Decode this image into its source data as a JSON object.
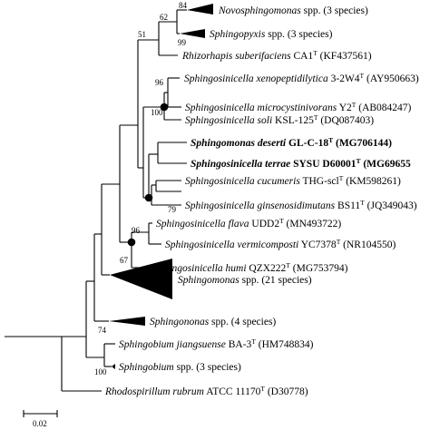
{
  "taxa": {
    "t1": {
      "genus": "Novosphingomonas",
      "rest": " spp. (3 species)"
    },
    "t2": {
      "genus": "Sphingopyxis",
      "rest": " spp. (3 species)"
    },
    "t3": {
      "genus": "Rhizorhapis suberifaciens",
      "strain": " CA1",
      "sup": "T",
      "acc": " (KF437561)"
    },
    "t4": {
      "genus": "Sphingosinicella xenopeptidilytica",
      "strain": " 3-2W4",
      "sup": "T",
      "acc": " (AY950663)"
    },
    "t5": {
      "genus": "Sphingosinicella microcystinivorans",
      "strain": " Y2",
      "sup": "T",
      "acc": " (AB084247)"
    },
    "t6": {
      "genus": "Sphingosinicella soli",
      "strain": " KSL-125",
      "sup": "T",
      "acc": " (DQ087403)"
    },
    "t7": {
      "genus": "Sphingomonas deserti",
      "strain": " GL-C-18",
      "sup": "T",
      "acc": " (MG706144)"
    },
    "t8": {
      "genus": "Sphingosinicella terrae",
      "strain": " SYSU D60001",
      "sup": "T",
      "acc": " (MG69655"
    },
    "t9": {
      "genus": "Sphingosinicella cucumeris",
      "strain": " THG-scl",
      "sup": "T",
      "acc": " (KM598261)"
    },
    "t10": {
      "genus": "Sphingosinicella ginsenosidimutans",
      "strain": " BS11",
      "sup": "T",
      "acc": " (JQ349043)"
    },
    "t11": {
      "genus": "Sphingosinicella flava",
      "strain": " UDD2",
      "sup": "T",
      "acc": " (MN493722)"
    },
    "t12": {
      "genus": "Sphingosinicella vermicomposti",
      "strain": "  YC7378",
      "sup": "T",
      "acc": " (NR104550)"
    },
    "t13": {
      "genus": "Sphingosinicella humi",
      "strain": " QZX222",
      "sup": "T",
      "acc": " (MG753794)"
    },
    "t14": {
      "genus": "Sphingomonas",
      "rest": " spp. (21 species)"
    },
    "t15": {
      "genus": "Sphingononas",
      "rest": " spp. (4 species)"
    },
    "t16": {
      "genus": "Sphingobium jiangsuense",
      "strain": " BA-3",
      "sup": "T",
      "acc": " (HM748834)"
    },
    "t17": {
      "genus": "Sphingobium",
      "rest": " spp. (3 species)"
    },
    "t18": {
      "genus": "Rhodospirillum rubrum",
      "strain": " ATCC 11170",
      "sup": "T",
      "acc": " (D30778)"
    }
  },
  "bootstrap": {
    "b84": "84",
    "b62": "62",
    "b99": "99",
    "b51": "51",
    "b96a": "96",
    "b100a": "100",
    "b79": "79",
    "b96b": "96",
    "b67": "67",
    "b74": "74",
    "b100b": "100"
  },
  "scale_bar": {
    "label": "0.02"
  }
}
